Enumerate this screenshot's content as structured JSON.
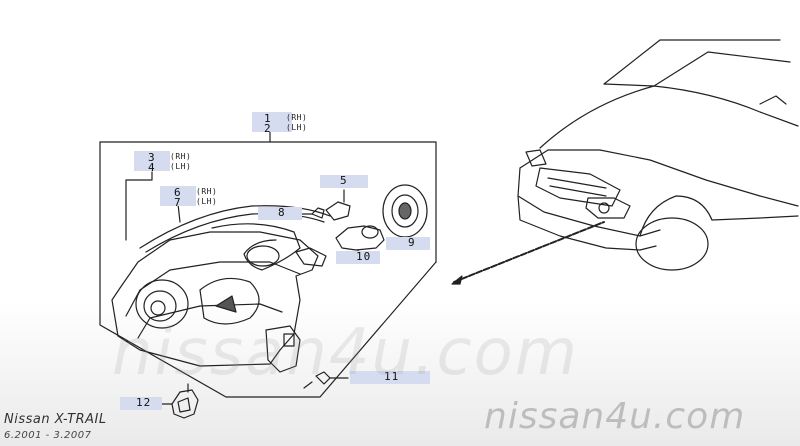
{
  "model": {
    "name": "Nissan X-TRAIL",
    "dates": "6.2001 - 3.2007"
  },
  "watermark": {
    "text": "nissan4u.com",
    "brand": "nissan4u.com"
  },
  "callouts": {
    "pair_1_2": {
      "top_num": "1",
      "top_side": "(RH)",
      "bottom_num": "2",
      "bottom_side": "(LH)"
    },
    "pair_3_4": {
      "top_num": "3",
      "top_side": "(RH)",
      "bottom_num": "4",
      "bottom_side": "(LH)"
    },
    "pair_6_7": {
      "top_num": "6",
      "top_side": "(RH)",
      "bottom_num": "7",
      "bottom_side": "(LH)"
    },
    "part_5": "5",
    "part_8": "8",
    "part_9": "9",
    "part_10": "10",
    "part_11": "11",
    "part_12": "12"
  }
}
